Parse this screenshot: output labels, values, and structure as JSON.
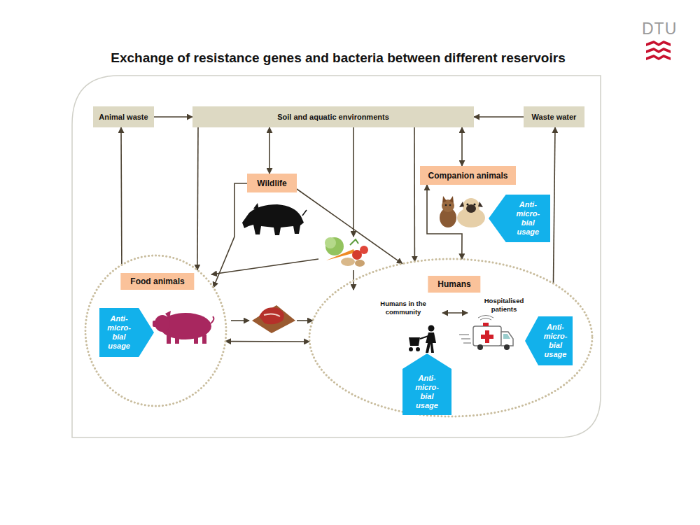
{
  "diagram": {
    "title": "Exchange of resistance genes and bacteria between different reservoirs",
    "nodes": [
      {
        "text": [
          "Animal waste"
        ]
      },
      {
        "text": [
          "Soil and aquatic environments"
        ]
      },
      {
        "text": [
          "Waste water"
        ]
      },
      {
        "text": [
          "Wildlife"
        ]
      },
      {
        "text": [
          "Companion animals"
        ]
      },
      {
        "text": [
          "Anti- micro- bial usage"
        ]
      },
      {
        "text": [
          "Food animals"
        ]
      },
      {
        "text": [
          "Anti- micro- bial usage"
        ],
        "in": 6
      },
      {
        "text": [
          "Humans"
        ]
      },
      {
        "text": [
          "Humans in the community"
        ],
        "in": 8
      },
      {
        "text": [
          "Hospitalised patients"
        ],
        "in": 8
      },
      {
        "text": [
          "Anti- micro- bial usage"
        ],
        "in": 8
      },
      {
        "text": [
          "Anti- micro- bial usage"
        ],
        "in": 8
      }
    ],
    "edges": [
      {
        "from": 0,
        "to": 1,
        "arrow": "to"
      },
      {
        "from": 2,
        "to": 1,
        "arrow": "to"
      },
      {
        "from": 1,
        "to": 3,
        "arrow": "both"
      },
      {
        "from": 1,
        "to": 4,
        "arrow": "both"
      },
      {
        "from": 1,
        "to": 6,
        "arrow": "to"
      },
      {
        "from": 1,
        "to": 8,
        "arrow": "to"
      },
      {
        "from": 3,
        "to": 6,
        "arrow": "to"
      },
      {
        "from": 3,
        "to": 8,
        "arrow": "to"
      },
      {
        "from": 4,
        "to": 8,
        "arrow": "both"
      },
      {
        "from": 8,
        "to": 2,
        "arrow": "to"
      },
      {
        "from": 6,
        "to": 0,
        "arrow": "to"
      },
      {
        "from": 6,
        "to": 8,
        "arrow": "both"
      },
      {
        "from": 9,
        "to": 10,
        "arrow": "both"
      }
    ],
    "labels": [
      "DTU"
    ]
  }
}
